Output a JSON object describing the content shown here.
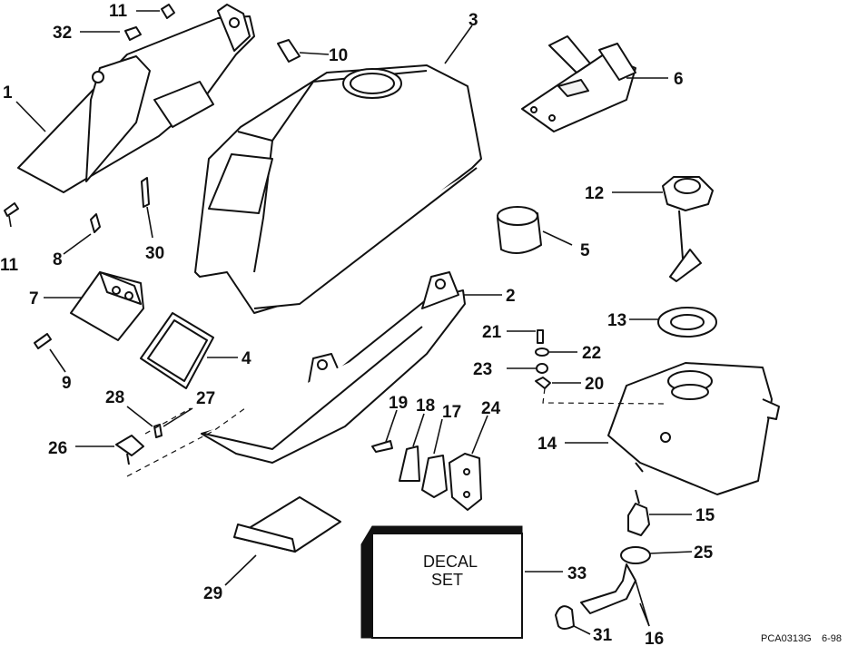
{
  "labels": {
    "l1": "1",
    "l2": "2",
    "l3": "3",
    "l4": "4",
    "l5": "5",
    "l6": "6",
    "l7": "7",
    "l8": "8",
    "l9": "9",
    "l10": "10",
    "l11a": "11",
    "l11b": "11",
    "l12": "12",
    "l13": "13",
    "l14": "14",
    "l15": "15",
    "l16": "16",
    "l17": "17",
    "l18": "18",
    "l19": "19",
    "l20": "20",
    "l21": "21",
    "l22": "22",
    "l23": "23",
    "l24": "24",
    "l25": "25",
    "l26": "26",
    "l27": "27",
    "l28": "28",
    "l29": "29",
    "l30": "30",
    "l31": "31",
    "l32": "32",
    "l33": "33"
  },
  "decal": {
    "line1": "DECAL",
    "line2": "SET"
  },
  "footer": {
    "code": "PCA0313G",
    "date": "6-98"
  }
}
